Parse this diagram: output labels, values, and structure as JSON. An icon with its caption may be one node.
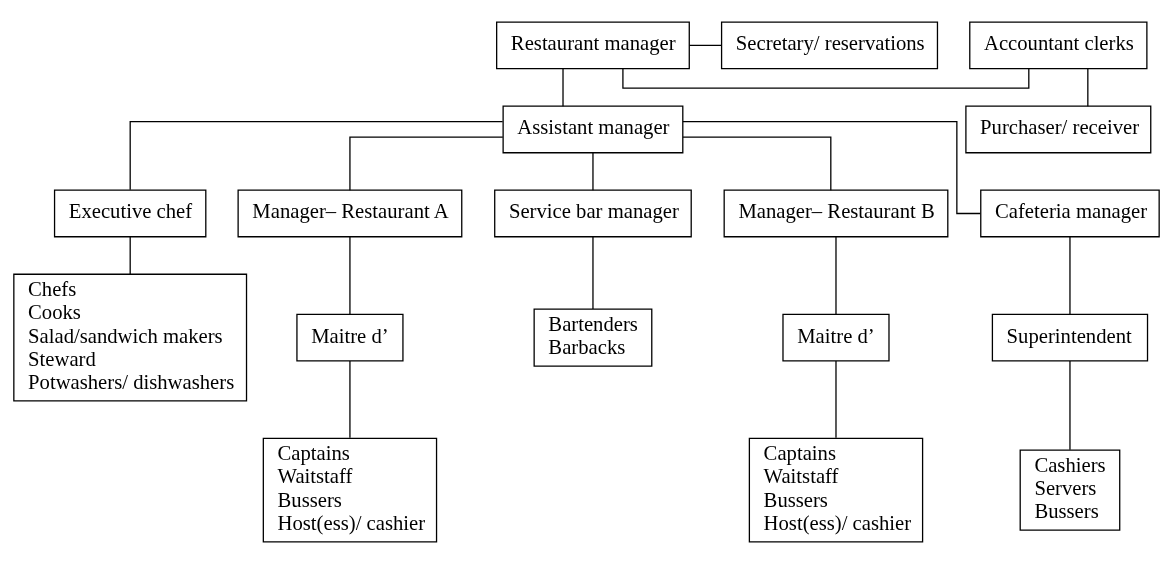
{
  "diagram": {
    "nodes": [
      {
        "text": [
          "Restaurant manager"
        ]
      },
      {
        "text": [
          "Accountant clerks"
        ]
      },
      {
        "text": [
          "Secretary/ reservations"
        ]
      },
      {
        "text": [
          "Assistant manager"
        ]
      },
      {
        "text": [
          "Purchaser/ receiver"
        ]
      },
      {
        "text": [
          "Executive chef"
        ]
      },
      {
        "text": [
          "Manager– Restaurant A"
        ]
      },
      {
        "text": [
          "Service bar manager"
        ]
      },
      {
        "text": [
          "Manager– Restaurant B"
        ]
      },
      {
        "text": [
          "Cafeteria manager"
        ]
      },
      {
        "text": [
          "Chefs",
          "Cooks",
          "Salad/sandwich makers",
          "Steward",
          "Potwashers/ dishwashers"
        ]
      },
      {
        "text": [
          "Maitre d’"
        ]
      },
      {
        "text": [
          "Bartenders",
          "Barbacks"
        ]
      },
      {
        "text": [
          "Maitre d’"
        ]
      },
      {
        "text": [
          "Superintendent"
        ]
      },
      {
        "text": [
          "Captains",
          "Waitstaff",
          "Bussers",
          "Host(ess)/ cashier"
        ]
      },
      {
        "text": [
          "Captains",
          "Waitstaff",
          "Bussers",
          "Host(ess)/ cashier"
        ]
      },
      {
        "text": [
          "Cashiers",
          "Servers",
          "Bussers"
        ]
      }
    ],
    "edges": [
      {
        "from": 0,
        "to": 1,
        "arrow": "none"
      },
      {
        "from": 0,
        "to": 2,
        "arrow": "none"
      },
      {
        "from": 0,
        "to": 3,
        "arrow": "none"
      },
      {
        "from": 1,
        "to": 4,
        "arrow": "none"
      },
      {
        "from": 3,
        "to": 5,
        "arrow": "none"
      },
      {
        "from": 3,
        "to": 6,
        "arrow": "none"
      },
      {
        "from": 3,
        "to": 7,
        "arrow": "none"
      },
      {
        "from": 3,
        "to": 8,
        "arrow": "none"
      },
      {
        "from": 3,
        "to": 9,
        "arrow": "none"
      },
      {
        "from": 5,
        "to": 10,
        "arrow": "none"
      },
      {
        "from": 6,
        "to": 11,
        "arrow": "none"
      },
      {
        "from": 11,
        "to": 15,
        "arrow": "none"
      },
      {
        "from": 7,
        "to": 12,
        "arrow": "none"
      },
      {
        "from": 8,
        "to": 13,
        "arrow": "none"
      },
      {
        "from": 13,
        "to": 16,
        "arrow": "none"
      },
      {
        "from": 9,
        "to": 14,
        "arrow": "none"
      },
      {
        "from": 14,
        "to": 17,
        "arrow": "none"
      }
    ]
  }
}
